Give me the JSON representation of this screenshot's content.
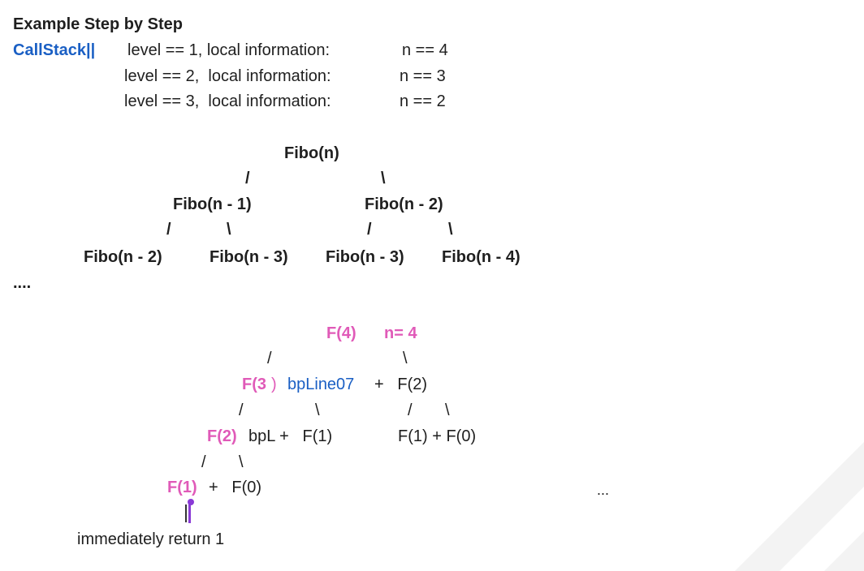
{
  "colors": {
    "link_blue": "#1a5fc4",
    "highlight_pink": "#e05ab8",
    "cursor_purple": "#8a3ad6"
  },
  "heading": "Example Step by Step",
  "callstack": {
    "label": "CallStack||",
    "levels": [
      {
        "level": "level == 1, local information:",
        "n": "n == 4"
      },
      {
        "level": "level == 2,  local information:",
        "n": "n == 3"
      },
      {
        "level": "level == 3,  local information:",
        "n": "n == 2"
      }
    ]
  },
  "tree1": {
    "root": "Fibo(n)",
    "l1_left": "Fibo(n - 1)",
    "l1_right": "Fibo(n - 2)",
    "l2_a": "Fibo(n - 2)",
    "l2_b": "Fibo(n - 3)",
    "l2_c": "Fibo(n - 3)",
    "l2_d": "Fibo(n - 4)",
    "slash": "/",
    "backslash": "\\",
    "ellipsis": "...."
  },
  "tree2": {
    "root": "F(4)",
    "root_n": "n= 4",
    "f3": "F(3",
    "f3_paren": ")",
    "bpline07": "bpLine07",
    "plus_f2": "+   F(2)",
    "f2": "F(2)",
    "bpl": "bpL +   F(1)",
    "f1_plus_f0": "F(1) + F(0)",
    "f1": "F(1)",
    "plus_f0": "+   F(0)",
    "dots": "...",
    "return_text": "immediately return 1"
  }
}
